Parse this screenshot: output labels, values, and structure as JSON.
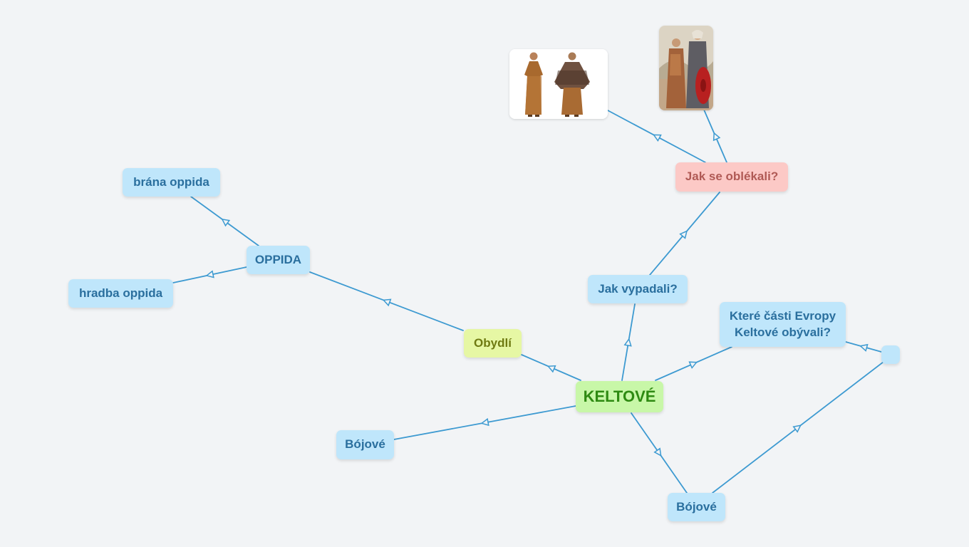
{
  "colors": {
    "edge": "#3d9ad1",
    "background": "#f2f4f6"
  },
  "nodes": {
    "root": "KELTOVÉ",
    "obydli": "Obydlí",
    "oppida": "OPPIDA",
    "brana": "brána oppida",
    "hradba": "hradba oppida",
    "vypadali": "Jak vypadali?",
    "oblekali": "Jak se oblékali?",
    "evropa_line1": "Které části Evropy",
    "evropa_line2": "Keltové obývali?",
    "bojove_left": "Bójové",
    "bojove_bottom": "Bójové",
    "empty": ""
  },
  "images": {
    "clothing": "clothing-illustration",
    "warrior": "warrior-illustration"
  }
}
